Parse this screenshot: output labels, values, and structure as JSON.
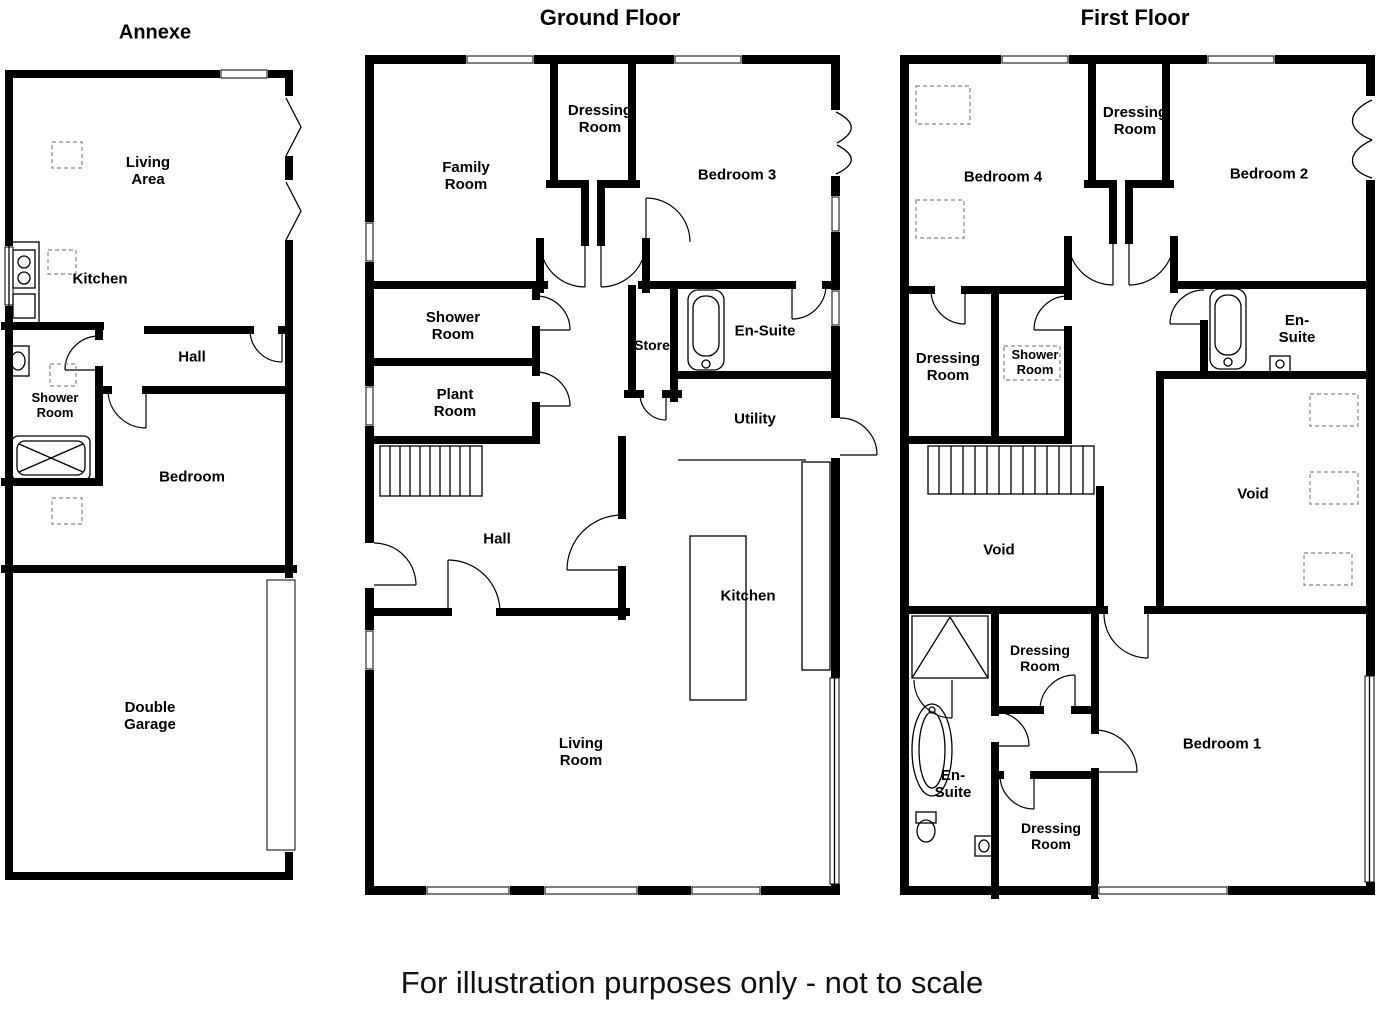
{
  "footer": "For illustration purposes only - not to scale",
  "colors": {
    "wall": "#000000",
    "background": "#ffffff",
    "dashed_outline": "#888888"
  },
  "plans": [
    {
      "title": "Annexe",
      "rooms": [
        {
          "label": "Living\nArea"
        },
        {
          "label": "Kitchen"
        },
        {
          "label": "Hall"
        },
        {
          "label": "Shower\nRoom"
        },
        {
          "label": "Bedroom"
        },
        {
          "label": "Double\nGarage"
        }
      ]
    },
    {
      "title": "Ground Floor",
      "rooms": [
        {
          "label": "Family\nRoom"
        },
        {
          "label": "Dressing\nRoom"
        },
        {
          "label": "Bedroom 3"
        },
        {
          "label": "Shower\nRoom"
        },
        {
          "label": "Plant\nRoom"
        },
        {
          "label": "Store"
        },
        {
          "label": "En-Suite"
        },
        {
          "label": "Utility"
        },
        {
          "label": "Hall"
        },
        {
          "label": "Kitchen"
        },
        {
          "label": "Living\nRoom"
        }
      ]
    },
    {
      "title": "First Floor",
      "rooms": [
        {
          "label": "Bedroom 4"
        },
        {
          "label": "Dressing\nRoom"
        },
        {
          "label": "Bedroom 2"
        },
        {
          "label": "Dressing\nRoom"
        },
        {
          "label": "Shower\nRoom"
        },
        {
          "label": "En-\nSuite"
        },
        {
          "label": "Void"
        },
        {
          "label": "Void"
        },
        {
          "label": "Dressing\nRoom"
        },
        {
          "label": "En-\nSuite"
        },
        {
          "label": "Dressing\nRoom"
        },
        {
          "label": "Bedroom 1"
        }
      ]
    }
  ]
}
